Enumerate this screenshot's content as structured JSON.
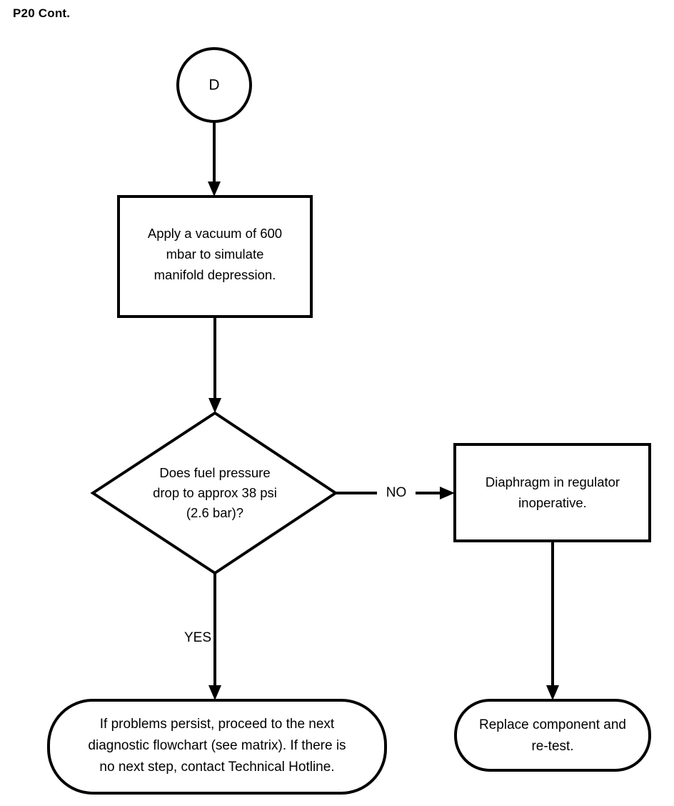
{
  "page": {
    "title": "P20 Cont."
  },
  "chart_data": {
    "type": "diagram",
    "diagram_kind": "flowchart",
    "title": "P20 Cont.",
    "nodes": [
      {
        "id": "connector-d",
        "shape": "circle",
        "label": "D"
      },
      {
        "id": "process-apply-vacuum",
        "shape": "rectangle",
        "label": "Apply a vacuum of  600 mbar to simulate manifold depression.",
        "lines": [
          "Apply a vacuum of  600",
          "mbar to simulate",
          "manifold depression."
        ]
      },
      {
        "id": "decision-fuel-pressure",
        "shape": "diamond",
        "label": "Does fuel pressure drop to approx 38 psi (2.6 bar)?",
        "lines": [
          "Does fuel pressure",
          "drop to approx 38 psi",
          "(2.6 bar)?"
        ]
      },
      {
        "id": "process-diaphragm",
        "shape": "rectangle",
        "label": "Diaphragm in regulator inoperative.",
        "lines": [
          "Diaphragm in regulator",
          "inoperative."
        ]
      },
      {
        "id": "terminator-next-flowchart",
        "shape": "rounded-terminator",
        "label": "If problems persist, proceed to the next diagnostic flowchart (see matrix). If there is no next step, contact Technical Hotline.",
        "lines": [
          "If problems persist, proceed to the next",
          "diagnostic flowchart (see matrix). If there is",
          "no next step, contact Technical Hotline."
        ]
      },
      {
        "id": "terminator-replace-component",
        "shape": "rounded-terminator",
        "label": "Replace component and re-test.",
        "lines": [
          "Replace component and",
          "re-test."
        ]
      }
    ],
    "edges": [
      {
        "from": "connector-d",
        "to": "process-apply-vacuum",
        "label": ""
      },
      {
        "from": "process-apply-vacuum",
        "to": "decision-fuel-pressure",
        "label": ""
      },
      {
        "from": "decision-fuel-pressure",
        "to": "process-diaphragm",
        "label": "NO"
      },
      {
        "from": "decision-fuel-pressure",
        "to": "terminator-next-flowchart",
        "label": "YES"
      },
      {
        "from": "process-diaphragm",
        "to": "terminator-replace-component",
        "label": ""
      }
    ],
    "edge_labels": {
      "no": "NO",
      "yes": "YES"
    },
    "colors": {
      "stroke": "#000000",
      "fill": "#ffffff",
      "text": "#000000",
      "background": "#ffffff"
    }
  }
}
